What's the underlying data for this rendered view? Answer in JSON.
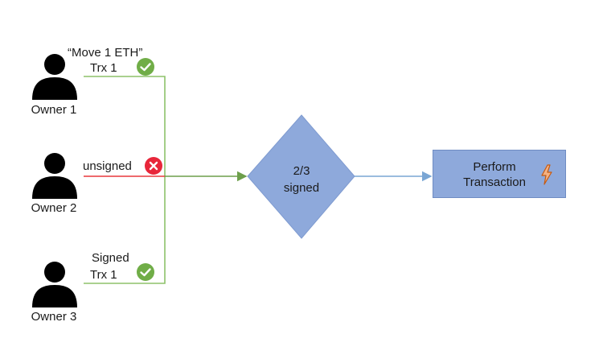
{
  "owners": [
    {
      "label": "Owner 1",
      "status": "signed",
      "note_lines": [
        "“Move 1 ETH”",
        "Trx 1"
      ],
      "icon": "person-icon"
    },
    {
      "label": "Owner 2",
      "status": "unsigned",
      "note_lines": [
        "unsigned"
      ],
      "icon": "person-icon"
    },
    {
      "label": "Owner 3",
      "status": "signed",
      "note_lines": [
        "Signed",
        "Trx 1"
      ],
      "icon": "person-icon"
    }
  ],
  "threshold": {
    "line1": "2/3",
    "line2": "signed"
  },
  "action": {
    "line1": "Perform",
    "line2": "Transaction",
    "icon": "lightning-bolt-icon"
  },
  "colors": {
    "signed_line": "#8dc26a",
    "unsigned_line": "#e8383d",
    "merge_arrow": "#6d9f4b",
    "output_arrow": "#7aa6d4",
    "diamond": "#8ea9db",
    "box": "#8ea9db",
    "check_badge": "#70ad47",
    "cross_badge": "#e8263a",
    "bolt": "#f4b183"
  }
}
